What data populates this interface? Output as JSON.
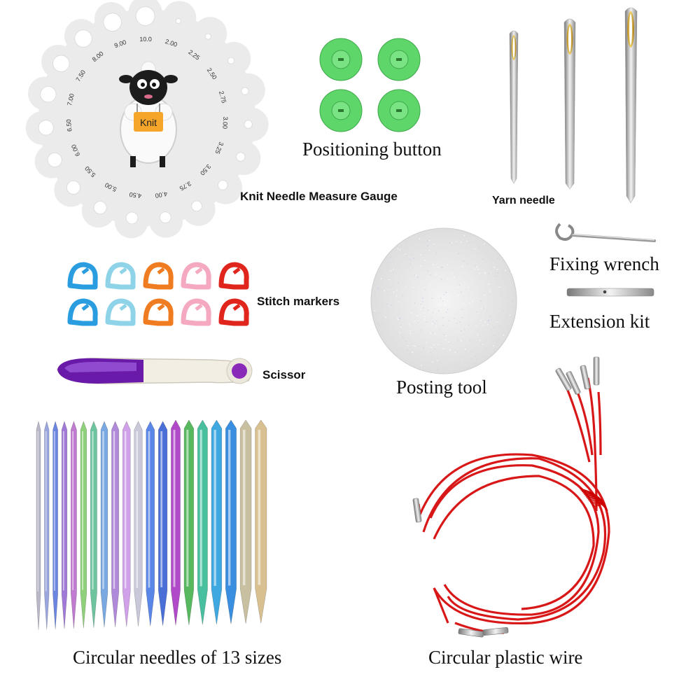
{
  "labels": {
    "gauge": "Knit Needle Measure Gauge",
    "positioning": "Positioning button",
    "yarn": "Yarn needle",
    "fixing": "Fixing wrench",
    "extension": "Extension kit",
    "stitch": "Stitch markers",
    "scissor": "Scissor",
    "posting": "Posting tool",
    "needles": "Circular needles of 13 sizes",
    "wire": "Circular plastic wire"
  },
  "gauge": {
    "tag": "Knit",
    "sizes": [
      "2.00",
      "2.25",
      "2.50",
      "2.75",
      "3.00",
      "3.25",
      "3.50",
      "3.75",
      "4.00",
      "4.50",
      "5.00",
      "5.50",
      "6.00",
      "6.50",
      "7.00",
      "7.50",
      "8.00",
      "9.00",
      "10.0"
    ]
  },
  "colors": {
    "marker_rows": [
      "#2a9de0",
      "#8fd3e8",
      "#f07c22",
      "#f4a9c0",
      "#e0251c"
    ],
    "needle_colors": [
      "#b8b8c8",
      "#9aa6dd",
      "#6b86e0",
      "#a17ad8",
      "#c07ad0",
      "#8fd07a",
      "#6fc4a0",
      "#7aa8e0",
      "#b08ad8",
      "#d0a0e8",
      "#c8c8d8",
      "#5a86e8",
      "#4a70d8",
      "#b04ac8",
      "#58b860",
      "#48c0a0",
      "#40a8e0",
      "#3a8ee0",
      "#c8c0a0",
      "#d8c090"
    ],
    "wire": "#e01818",
    "button": "#5ed66a"
  }
}
